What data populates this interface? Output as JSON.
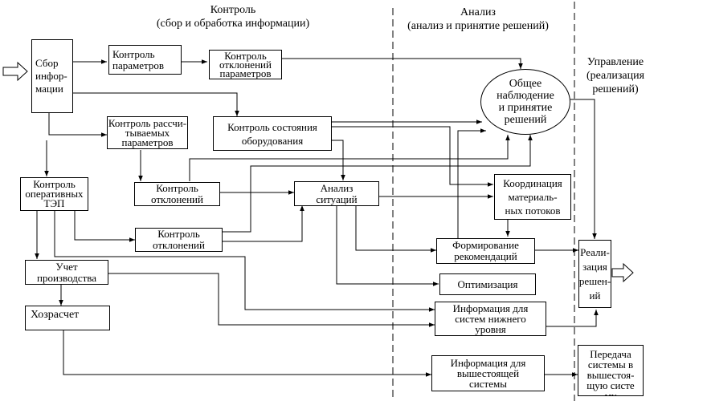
{
  "headers": {
    "control": [
      "Контроль",
      "(сбор и обработка информации)"
    ],
    "analysis": [
      "Анализ",
      "(анализ и принятие решений)"
    ],
    "management": [
      "Управление",
      "(реализация",
      "решений)"
    ]
  },
  "nodes": {
    "sbor": [
      "Сбор",
      "инфор-",
      "мации"
    ],
    "kontrol_param": [
      "Контроль",
      "параметров"
    ],
    "kontrol_otkl_param": [
      "Контроль",
      "отклонений",
      "параметров"
    ],
    "obshchee": [
      "Общее",
      "наблюдение",
      "и принятие",
      "решений"
    ],
    "kontrol_rasschit": [
      "Контроль рассчи-",
      "тываемых",
      "параметров"
    ],
    "kontrol_sost": [
      "Контроль  состояния",
      "оборудования"
    ],
    "kontrol_tep": [
      "Контроль",
      "оперативных",
      "ТЭП"
    ],
    "kontrol_otkl_1": [
      "Контроль",
      "отклонений"
    ],
    "analiz_sit": [
      "Анализ",
      "ситуаций"
    ],
    "koordinaciya": [
      "Координация",
      "материаль-",
      "ных  потоков"
    ],
    "kontrol_otkl_2": [
      "Контроль",
      "отклонений"
    ],
    "formirovanie": [
      "Формирование",
      "рекомендаций"
    ],
    "realizaciya": [
      "Реали-",
      "зация",
      "решен-",
      "ий"
    ],
    "uchet": [
      "Учет",
      "производства"
    ],
    "optimizaciya": [
      "Оптимизация"
    ],
    "hozraschet": [
      "Хозрасчет"
    ],
    "info_nizh": [
      "Информация для",
      "систем нижнего",
      "уровня"
    ],
    "info_vysh": [
      "Информация для",
      "вышестоящей",
      "системы"
    ],
    "peredacha": [
      "Передача",
      "системы в",
      "вышестоя-",
      "щую систе",
      "му"
    ]
  }
}
